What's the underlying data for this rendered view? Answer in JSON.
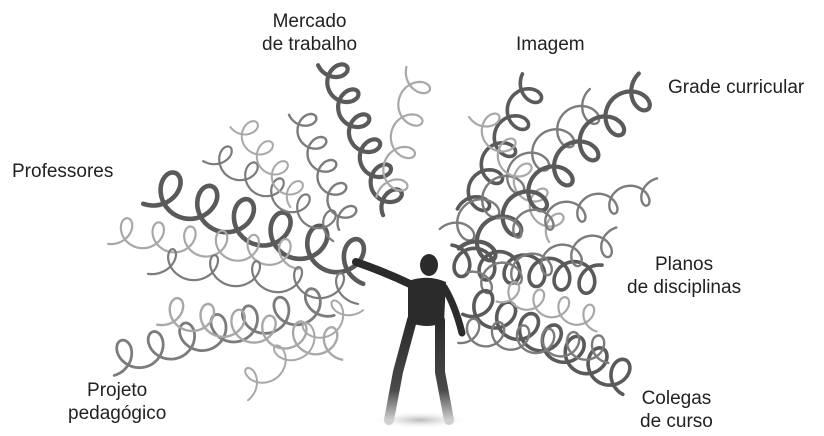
{
  "labels": {
    "mercado": [
      "Mercado",
      "de trabalho"
    ],
    "imagem": [
      "Imagem"
    ],
    "grade": [
      "Grade curricular"
    ],
    "professores": [
      "Professores"
    ],
    "planos": [
      "Planos",
      "de disciplinas"
    ],
    "projeto": [
      "Projeto",
      "pedagógico"
    ],
    "colegas": [
      "Colegas",
      "de curso"
    ]
  },
  "colors": {
    "text": "#222222",
    "coil_dark": "#5a5a5a",
    "coil_mid": "#7c7c7c",
    "coil_light": "#a8a8a8",
    "figure": "#2b2b2b"
  }
}
